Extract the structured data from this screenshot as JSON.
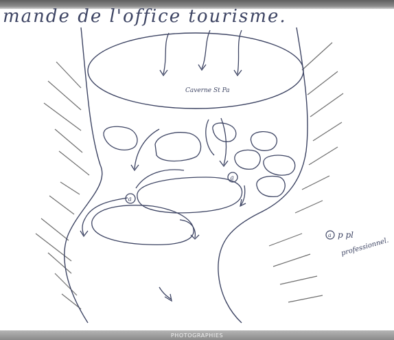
{
  "header_text": "mande de l'office tourisme.",
  "interior_label": "Caverne St Pa",
  "annotation_symbol": "a",
  "annotation_text_line1": "p pl",
  "annotation_text_line2": "professionnel.",
  "footer_label": "PHOTOGRAPHIES",
  "colors": {
    "ink": "#3d4463",
    "hatch": "#6e6e6e",
    "bar": "#8a8a8a"
  }
}
